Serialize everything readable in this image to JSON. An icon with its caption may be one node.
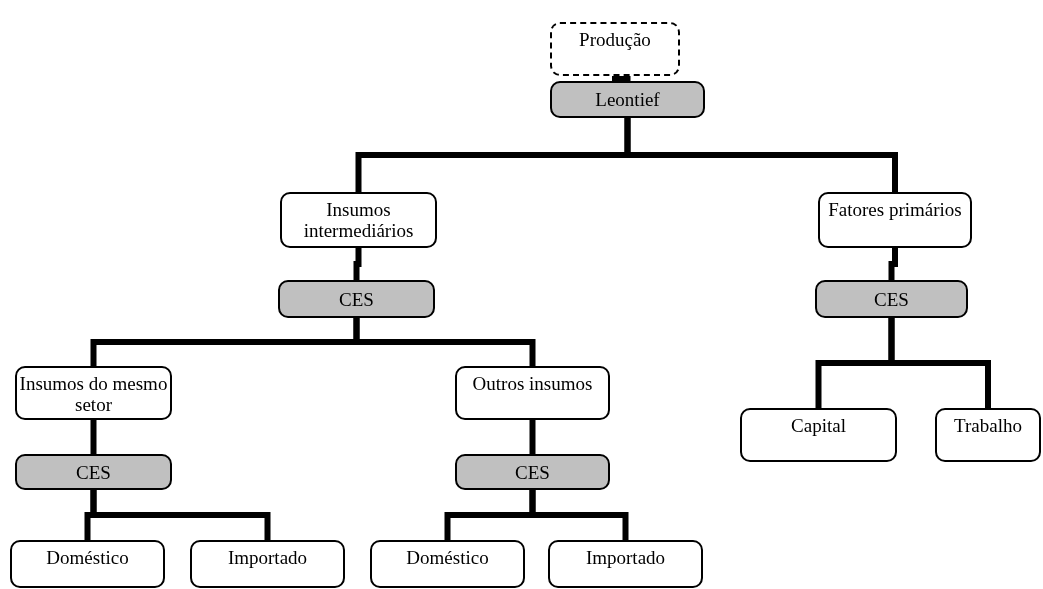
{
  "diagram": {
    "nodes": [
      {
        "text": [
          "Produção"
        ]
      },
      {
        "text": [
          "Leontief"
        ]
      },
      {
        "text": [
          "Insumos intermediários"
        ]
      },
      {
        "text": [
          "Fatores primários"
        ]
      },
      {
        "text": [
          "CES"
        ]
      },
      {
        "text": [
          "CES"
        ]
      },
      {
        "text": [
          "Insumos do mesmo setor"
        ]
      },
      {
        "text": [
          "Outros insumos"
        ]
      },
      {
        "text": [
          "Capital"
        ]
      },
      {
        "text": [
          "Trabalho"
        ]
      },
      {
        "text": [
          "CES"
        ]
      },
      {
        "text": [
          "CES"
        ]
      },
      {
        "text": [
          "Doméstico"
        ]
      },
      {
        "text": [
          "Importado"
        ]
      },
      {
        "text": [
          "Doméstico"
        ]
      },
      {
        "text": [
          "Importado"
        ]
      }
    ],
    "edges": [
      {
        "from": 0,
        "to": 1,
        "arrow": "none"
      },
      {
        "from": 1,
        "to": 2,
        "arrow": "none"
      },
      {
        "from": 1,
        "to": 3,
        "arrow": "none"
      },
      {
        "from": 2,
        "to": 4,
        "arrow": "none"
      },
      {
        "from": 3,
        "to": 5,
        "arrow": "none"
      },
      {
        "from": 4,
        "to": 6,
        "arrow": "none"
      },
      {
        "from": 4,
        "to": 7,
        "arrow": "none"
      },
      {
        "from": 5,
        "to": 8,
        "arrow": "none"
      },
      {
        "from": 5,
        "to": 9,
        "arrow": "none"
      },
      {
        "from": 6,
        "to": 10,
        "arrow": "none"
      },
      {
        "from": 7,
        "to": 11,
        "arrow": "none"
      },
      {
        "from": 10,
        "to": 12,
        "arrow": "none"
      },
      {
        "from": 10,
        "to": 13,
        "arrow": "none"
      },
      {
        "from": 11,
        "to": 14,
        "arrow": "none"
      },
      {
        "from": 11,
        "to": 15,
        "arrow": "none"
      }
    ]
  }
}
